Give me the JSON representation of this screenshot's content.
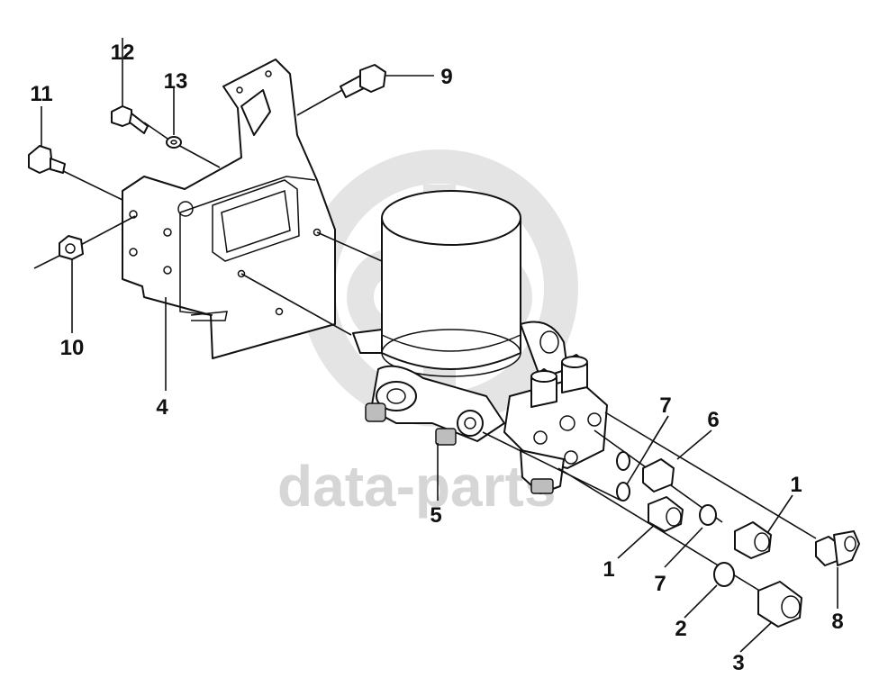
{
  "watermark": {
    "text": "data-parts",
    "color": "#c9c9c9"
  },
  "callouts": {
    "c1a": "1",
    "c1b": "1",
    "c2": "2",
    "c3": "3",
    "c4": "4",
    "c5": "5",
    "c6": "6",
    "c7a": "7",
    "c7b": "7",
    "c8": "8",
    "c9": "9",
    "c10": "10",
    "c11": "11",
    "c12": "12",
    "c13": "13"
  }
}
